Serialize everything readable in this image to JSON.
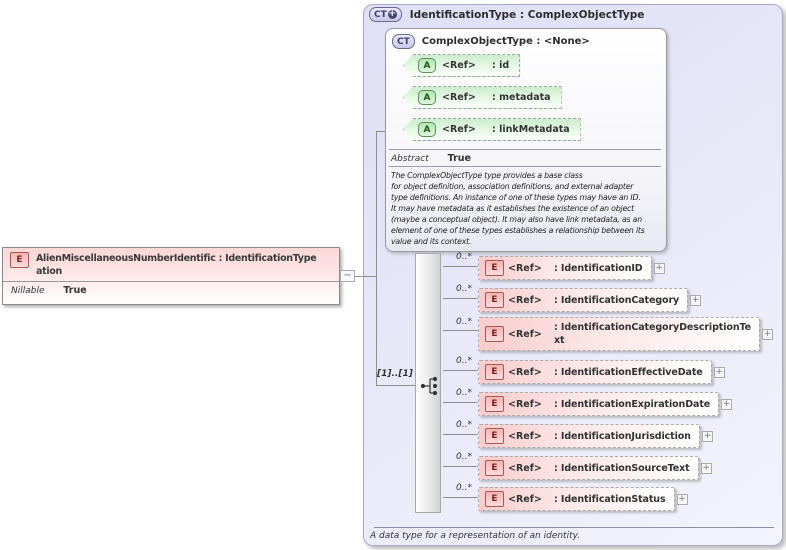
{
  "colors": {
    "panel_lavender": "#e2e2f7",
    "element_pink": "#f8cccc",
    "attribute_green": "#cdeccd",
    "element_icon_border": "#a85757",
    "attribute_icon_border": "#569056",
    "type_badge_border": "#6a6a93"
  },
  "glyphs": {
    "expand": "+",
    "collapse": "−"
  },
  "left_element": {
    "icon": "E",
    "title": "AlienMiscellaneousNumberIdentific : IdentificationType\nation",
    "property_label": "Nillable",
    "property_value": "True"
  },
  "panel": {
    "icon": "CT",
    "title": "IdentificationType : ComplexObjectType",
    "footer": "A data type for a representation of an identity."
  },
  "base_type": {
    "icon": "CT",
    "title": "ComplexObjectType : <None>",
    "attributes": [
      {
        "icon": "A",
        "ref": "<Ref>",
        "name": ": id"
      },
      {
        "icon": "A",
        "ref": "<Ref>",
        "name": ": metadata"
      },
      {
        "icon": "A",
        "ref": "<Ref>",
        "name": ": linkMetadata"
      }
    ],
    "property_label": "Abstract",
    "property_value": "True",
    "description": "The ComplexObjectType type provides a base class\nfor object definition, association definitions, and external adapter\ntype definitions. An instance of one of these types may have an ID.\nIt may have metadata as it establishes the existence of an object\n(maybe a conceptual object). It may also have link metadata, as an\nelement of one of these types establishes a relationship between its\nvalue and its context."
  },
  "sequence": {
    "cardinality": "[1]..[1]"
  },
  "elements": [
    {
      "icon": "E",
      "ref": "<Ref>",
      "name": ": IdentificationID",
      "cardinality": "0..*"
    },
    {
      "icon": "E",
      "ref": "<Ref>",
      "name": ": IdentificationCategory",
      "cardinality": "0..*"
    },
    {
      "icon": "E",
      "ref": "<Ref>",
      "name": ": IdentificationCategoryDescriptionTe\nxt",
      "cardinality": "0..*"
    },
    {
      "icon": "E",
      "ref": "<Ref>",
      "name": ": IdentificationEffectiveDate",
      "cardinality": "0..*"
    },
    {
      "icon": "E",
      "ref": "<Ref>",
      "name": ": IdentificationExpirationDate",
      "cardinality": "0..*"
    },
    {
      "icon": "E",
      "ref": "<Ref>",
      "name": ": IdentificationJurisdiction",
      "cardinality": "0..*"
    },
    {
      "icon": "E",
      "ref": "<Ref>",
      "name": ": IdentificationSourceText",
      "cardinality": "0..*"
    },
    {
      "icon": "E",
      "ref": "<Ref>",
      "name": ": IdentificationStatus",
      "cardinality": "0..*"
    }
  ]
}
